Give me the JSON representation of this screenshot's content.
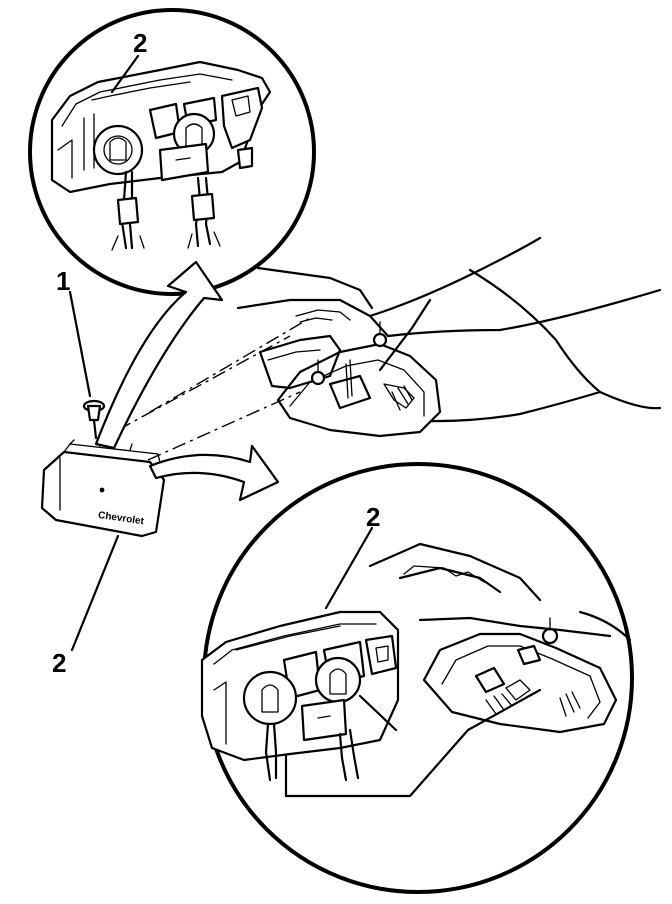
{
  "diagram": {
    "callouts": {
      "top_detail": "2",
      "bulb_socket": "1",
      "lamp_assembly": "2",
      "bottom_detail": "2"
    },
    "lamp_badge": "Chevrolet"
  }
}
